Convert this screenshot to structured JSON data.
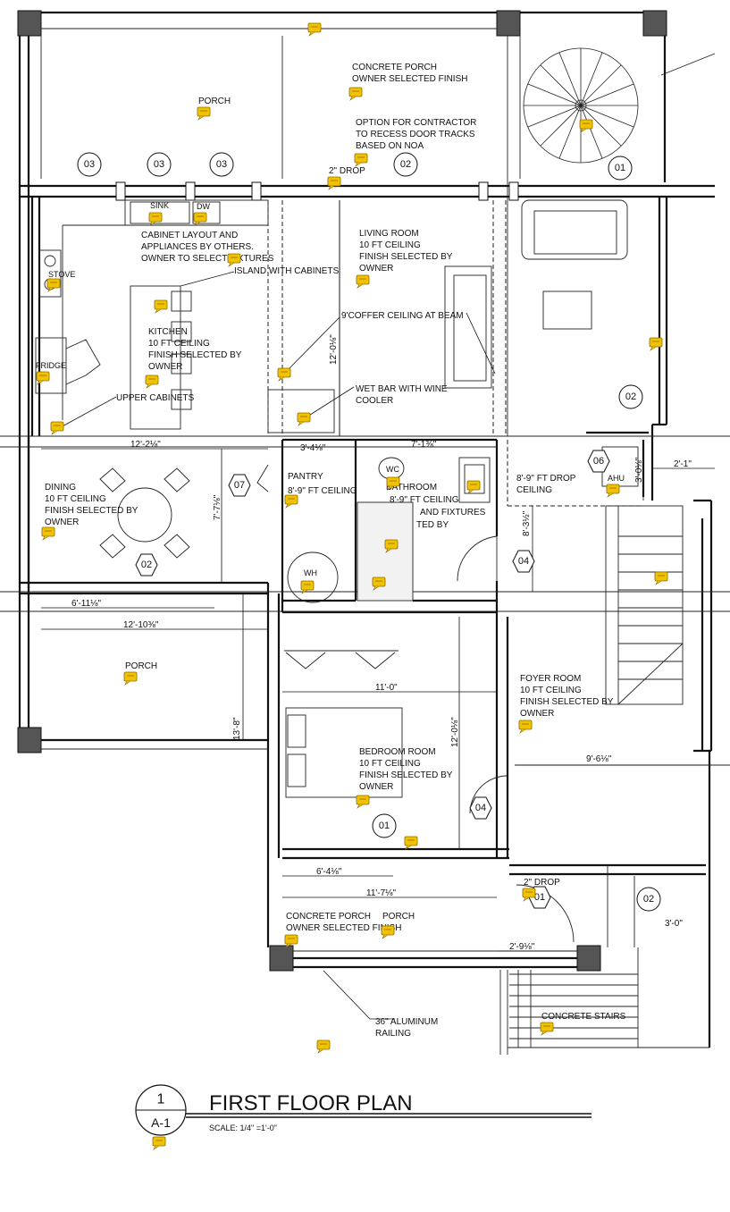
{
  "annotation_color": "#f2c200",
  "labels": {
    "porch_top": "PORCH",
    "concrete_porch_top_1": "CONCRETE PORCH",
    "concrete_porch_top_2": "OWNER SELECTED FINISH",
    "option_1": "OPTION FOR CONTRACTOR",
    "option_2": "TO RECESS DOOR TRACKS",
    "option_3": "BASED ON NOA",
    "drop_top": "2\" DROP",
    "sink": "SINK",
    "dw": "DW",
    "cabinet_1": "CABINET LAYOUT AND",
    "cabinet_2": "APPLIANCES BY OTHERS.",
    "cabinet_3": "OWNER TO SELECT FIXTURES",
    "island": "ISLAND WITH CABINETS",
    "stove": "STOVE",
    "fridge": "FRIDGE",
    "kitchen_1": "KITCHEN",
    "kitchen_2": "10 FT CEILING",
    "kitchen_3": "FINISH SELECTED BY",
    "kitchen_4": "OWNER",
    "upper_cab": "UPPER CABINETS",
    "living_1": "LIVING ROOM",
    "living_2": "10 FT CEILING",
    "living_3": "FINISH SELECTED BY",
    "living_4": "OWNER",
    "coffer": "9'COFFER CEILING AT BEAM",
    "wetbar_1": "WET BAR WITH WINE",
    "wetbar_2": "COOLER",
    "dining_1": "DINING",
    "dining_2": "10 FT CEILING",
    "dining_3": "FINISH SELECTED BY",
    "dining_4": "OWNER",
    "pantry_1": "PANTRY",
    "pantry_2": "8'-9\" FT CEILING",
    "wc": "WC",
    "bath_1": "BATHROOM",
    "bath_2": "8'-9\" FT CEILING",
    "bath_3": "AND FIXTURES",
    "bath_4": "TED BY",
    "wh": "WH",
    "drop_ceil_1": "8'-9\" FT DROP",
    "drop_ceil_2": "CEILING",
    "ahu": "AHU",
    "porch_mid": "PORCH",
    "foyer_1": "FOYER ROOM",
    "foyer_2": "10 FT CEILING",
    "foyer_3": "FINISH SELECTED BY",
    "foyer_4": "OWNER",
    "bed_1": "BEDROOM ROOM",
    "bed_2": "10 FT CEILING",
    "bed_3": "FINISH SELECTED BY",
    "bed_4": "OWNER",
    "concrete_bot_1": "CONCRETE PORCH",
    "concrete_bot_2": "OWNER SELECTED FINISH",
    "porch_bot": "PORCH",
    "drop_bot": "2\" DROP",
    "railing_1": "36\" ALUMINUM",
    "railing_2": "RAILING",
    "concrete_stairs": "CONCRETE STAIRS"
  },
  "dimensions": {
    "d_12_2": "12'-2⅛\"",
    "d_12_0": "12'-0⅛\"",
    "d_3_4": "3'-4⅛\"",
    "d_7_1": "7'-1⅜\"",
    "d_2_1": "2'-1\"",
    "d_3_0a": "3'-0⅛\"",
    "d_7_7": "7'-7⅛\"",
    "d_8_3": "8'-3½\"",
    "d_6_11": "6'-11⅛\"",
    "d_12_10": "12'-10⅜\"",
    "d_11_0": "11'-0\"",
    "d_12_0b": "12'-0⅛\"",
    "d_13_8": "13'-8\"",
    "d_9_6": "9'-6⅛\"",
    "d_6_4": "6'-4⅛\"",
    "d_11_7": "11'-7⅛\"",
    "d_2_9": "2'-9⅛\"",
    "d_3_0": "3'-0\""
  },
  "tags": {
    "door_03a": "03",
    "door_03b": "03",
    "door_03c": "03",
    "door_02_top": "02",
    "door_01_top": "01",
    "door_02_right": "02",
    "door_02_dining": "02",
    "door_07": "07",
    "door_06": "06",
    "door_04a": "04",
    "door_01_bed": "01",
    "door_04b": "04",
    "door_01_bot": "01",
    "door_02_bot": "02"
  },
  "title": {
    "number": "1",
    "sheet": "A-1",
    "name": "FIRST FLOOR PLAN",
    "scale": "SCALE: 1/4\" =1'-0\""
  }
}
